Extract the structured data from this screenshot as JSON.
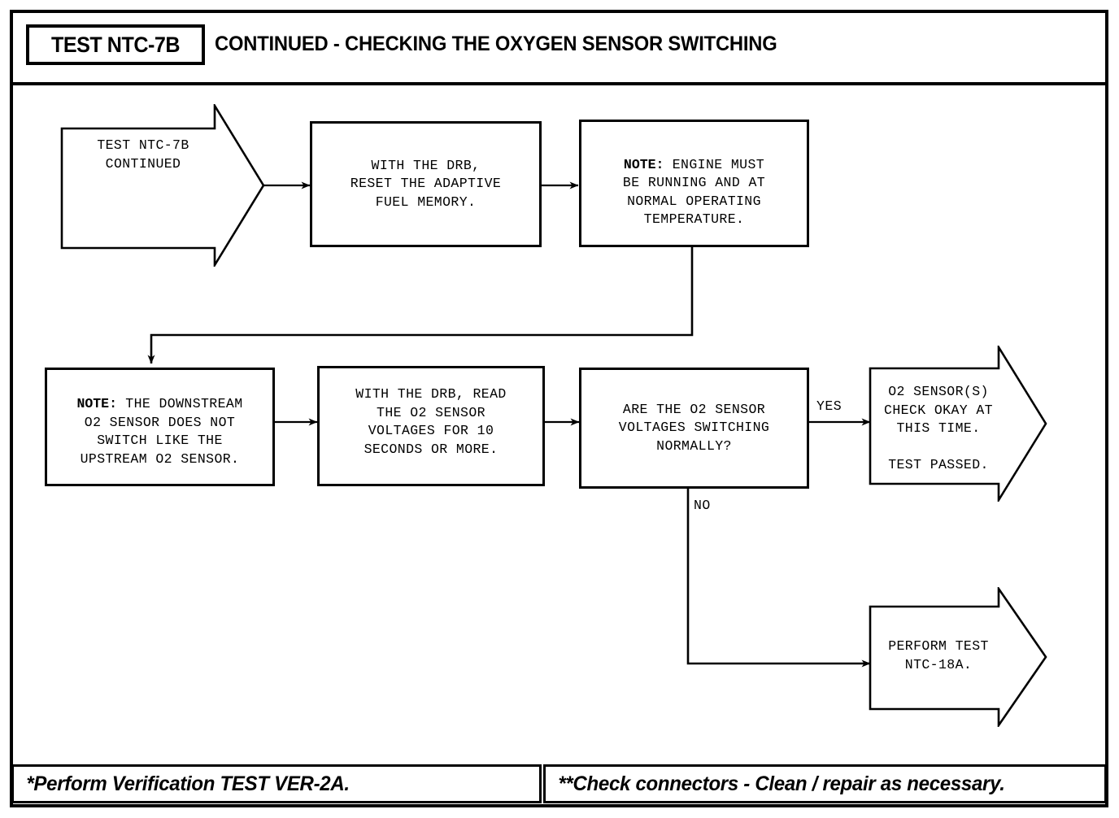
{
  "header": {
    "test_id": "TEST NTC-7B",
    "title": "CONTINUED - CHECKING THE OXYGEN SENSOR SWITCHING"
  },
  "nodes": {
    "start": {
      "shape": "pennant",
      "text": "TEST NTC-7B\nCONTINUED"
    },
    "reset_fuel_memory": {
      "shape": "rect",
      "text": "WITH THE DRB,\nRESET THE ADAPTIVE\nFUEL MEMORY."
    },
    "engine_note": {
      "shape": "rect",
      "note_label": "NOTE:",
      "text": " ENGINE MUST\nBE RUNNING AND AT\nNORMAL OPERATING\nTEMPERATURE."
    },
    "downstream_note": {
      "shape": "rect",
      "note_label": "NOTE:",
      "text": " THE DOWNSTREAM\nO2 SENSOR DOES NOT\nSWITCH LIKE THE\nUPSTREAM O2 SENSOR."
    },
    "read_voltages": {
      "shape": "rect",
      "text": "WITH THE DRB, READ\nTHE O2 SENSOR\nVOLTAGES FOR 10\nSECONDS OR MORE."
    },
    "decision_switching": {
      "shape": "rect",
      "text": "ARE THE O2 SENSOR\nVOLTAGES SWITCHING\nNORMALLY?"
    },
    "test_passed": {
      "shape": "pennant",
      "text": "O2 SENSOR(S)\nCHECK OKAY AT\nTHIS TIME.\n\nTEST PASSED."
    },
    "perform_ntc18a": {
      "shape": "pennant",
      "text": "PERFORM TEST\nNTC-18A."
    }
  },
  "edges": {
    "yes_label": "YES",
    "no_label": "NO"
  },
  "footer": {
    "left": "*Perform Verification TEST VER-2A.",
    "right": "**Check connectors - Clean / repair as necessary."
  },
  "colors": {
    "ink": "#000000",
    "paper": "#ffffff"
  }
}
